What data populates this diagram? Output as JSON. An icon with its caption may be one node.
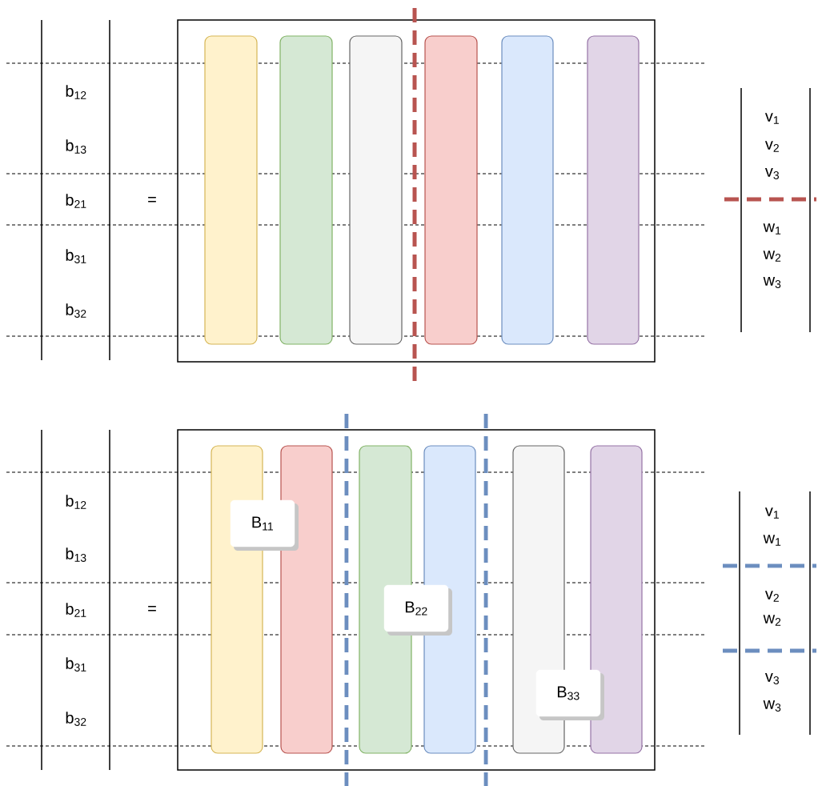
{
  "diagram": {
    "nodes": [
      {
        "text": [],
        "shape": "box"
      },
      {
        "text": [],
        "shape": "bar",
        "in": 0
      },
      {
        "text": [],
        "shape": "bar",
        "in": 0
      },
      {
        "text": [],
        "shape": "bar",
        "in": 0
      },
      {
        "text": [],
        "shape": "bar",
        "in": 0
      },
      {
        "text": [],
        "shape": "bar",
        "in": 0
      },
      {
        "text": [],
        "shape": "bar",
        "in": 0
      },
      {
        "text": [],
        "shape": "box"
      },
      {
        "text": [],
        "shape": "bar",
        "in": 7
      },
      {
        "text": [],
        "shape": "bar",
        "in": 7
      },
      {
        "text": [],
        "shape": "bar",
        "in": 7
      },
      {
        "text": [],
        "shape": "bar",
        "in": 7
      },
      {
        "text": [],
        "shape": "bar",
        "in": 7
      },
      {
        "text": [],
        "shape": "bar",
        "in": 7
      },
      {
        "text": [
          "B$_{11}$"
        ],
        "in": 7
      },
      {
        "text": [
          "B$_{22}$"
        ],
        "in": 7
      },
      {
        "text": [
          "B$_{33}$"
        ],
        "in": 7
      }
    ],
    "labels": [
      "b$_{12}$",
      "b$_{13}$",
      "b$_{21}$",
      "=",
      "b$_{31}$",
      "b$_{32}$",
      "v$_{1}$",
      "v$_{2}$",
      "v$_{3}$",
      "w$_{1}$",
      "w$_{2}$",
      "w$_{3}$",
      "b$_{12}$",
      "b$_{13}$",
      "b$_{21}$",
      "=",
      "b$_{31}$",
      "b$_{32}$",
      "v$_{1}$",
      "w$_{1}$",
      "v$_{2}$",
      "w$_{2}$",
      "v$_{3}$",
      "w$_{3}$"
    ]
  }
}
